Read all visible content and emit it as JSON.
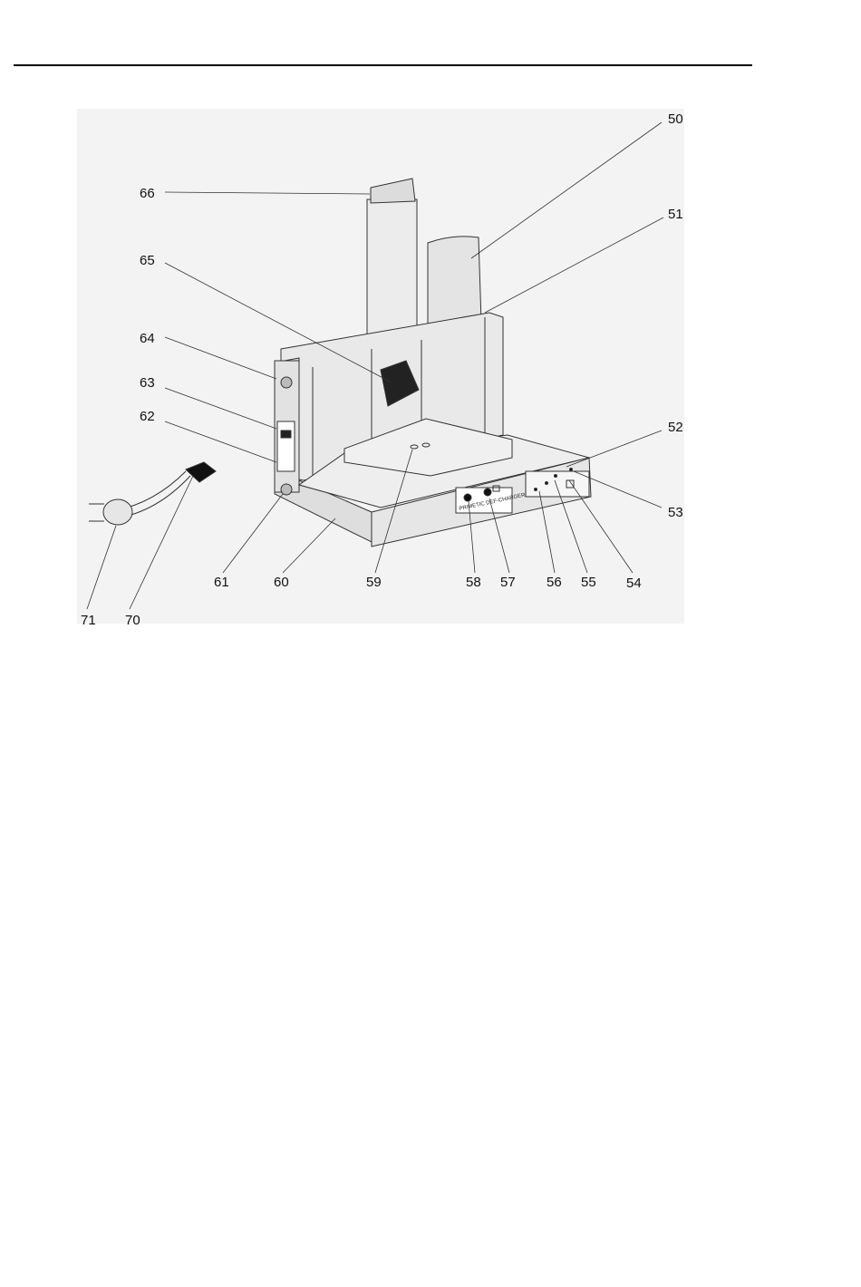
{
  "figure": {
    "callouts": [
      {
        "id": "c50",
        "text": "50"
      },
      {
        "id": "c51",
        "text": "51"
      },
      {
        "id": "c52",
        "text": "52"
      },
      {
        "id": "c53",
        "text": "53"
      },
      {
        "id": "c54",
        "text": "54"
      },
      {
        "id": "c55",
        "text": "55"
      },
      {
        "id": "c56",
        "text": "56"
      },
      {
        "id": "c57",
        "text": "57"
      },
      {
        "id": "c58",
        "text": "58"
      },
      {
        "id": "c59",
        "text": "59"
      },
      {
        "id": "c60",
        "text": "60"
      },
      {
        "id": "c61",
        "text": "61"
      },
      {
        "id": "c62",
        "text": "62"
      },
      {
        "id": "c63",
        "text": "63"
      },
      {
        "id": "c64",
        "text": "64"
      },
      {
        "id": "c65",
        "text": "65"
      },
      {
        "id": "c66",
        "text": "66"
      },
      {
        "id": "c70",
        "text": "70"
      },
      {
        "id": "c71",
        "text": "71"
      }
    ],
    "panel_text": "PRIMETIC DEF-CHARGER"
  }
}
